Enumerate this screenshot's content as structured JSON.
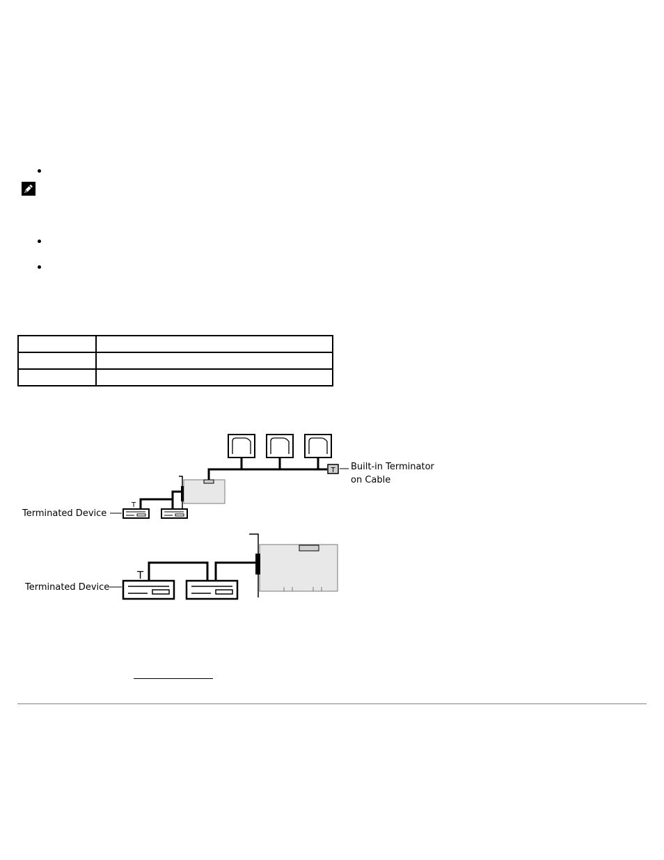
{
  "diagram": {
    "top": {
      "terminator_label_line1": "Built-in Terminator",
      "terminator_label_line2": "on Cable",
      "terminated_device_label": "Terminated Device",
      "terminator_glyph": "T",
      "t_mark": "T"
    },
    "bottom": {
      "terminated_device_label": "Terminated Device",
      "t_mark": "T"
    }
  },
  "icons": {
    "note": "note-pencil-icon"
  }
}
